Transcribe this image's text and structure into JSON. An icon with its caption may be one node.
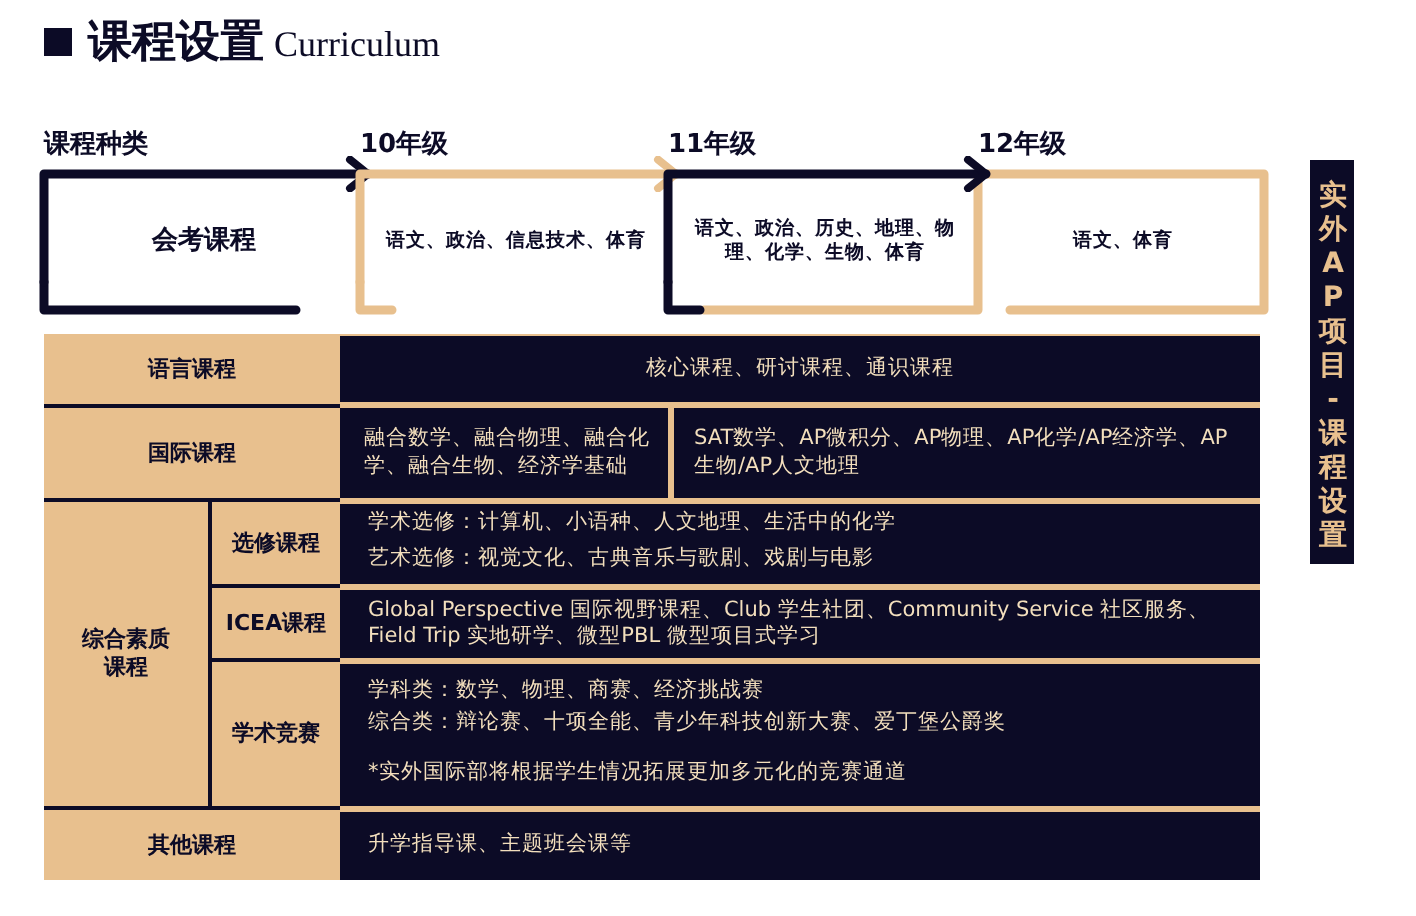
{
  "diagram": {
    "title": "课程设置 Curriculum",
    "nodes": [
      {
        "text": [
          "课程种类",
          "会考课程"
        ]
      },
      {
        "text": [
          "10年级",
          "语文、政治、信息技术、体育"
        ]
      },
      {
        "text": [
          "11年级",
          "语文、政治、历史、地理、物理、化学、生物、体育"
        ]
      },
      {
        "text": [
          "12年级",
          "语文、体育"
        ]
      },
      {
        "text": [
          "实外AP项目-课程设置"
        ]
      }
    ],
    "edges": [
      {
        "from": 0,
        "to": 1,
        "arrow": "to"
      },
      {
        "from": 1,
        "to": 2,
        "arrow": "to",
        "color": "#e8c08e"
      },
      {
        "from": 2,
        "to": 3,
        "arrow": "to"
      }
    ],
    "labels": [
      "语言课程",
      "核心课程、研讨课程、通识课程",
      "国际课程",
      "融合数学、融合物理、融合化学、融合生物、经济学基础",
      "SAT数学、AP微积分、AP物理、AP化学/AP经济学、AP生物/AP人文地理",
      "综合素质课程",
      "选修课程",
      "学术选修：计算机、小语种、人文地理、生活中的化学",
      "艺术选修：视觉文化、古典音乐与歌剧、戏剧与电影",
      "ICEA课程",
      "Global Perspective 国际视野课程、Club 学生社团、Community Service 社区服务、Field Trip 实地研学、微型PBL 微型项目式学习",
      "学术竞赛",
      "学科类：数学、物理、商赛、经济挑战赛",
      "综合类：辩论赛、十项全能、青少年科技创新大赛、爱丁堡公爵奖",
      "*实外国际部将根据学生情况拓展更加多元化的竞赛通道",
      "其他课程",
      "升学指导课、主题班会课等"
    ]
  }
}
